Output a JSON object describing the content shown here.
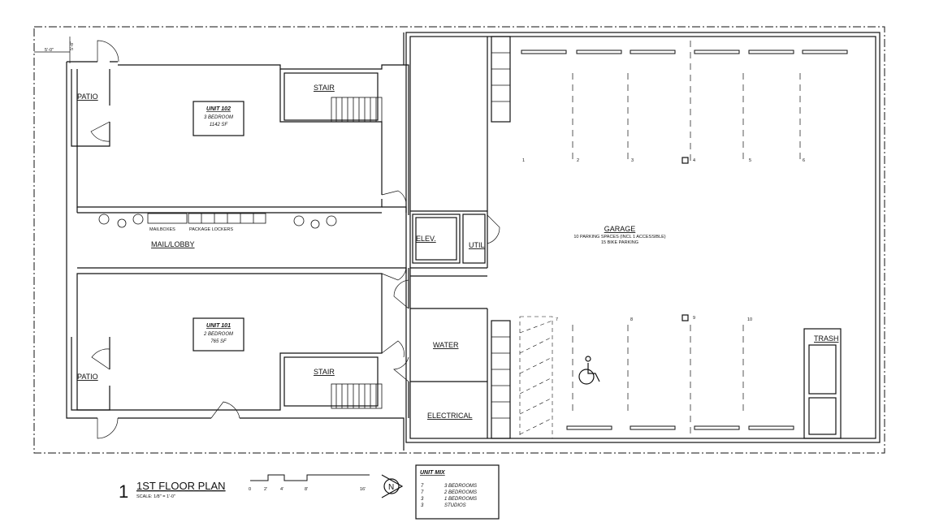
{
  "dimensions": {
    "setback_h": "5'-0\"",
    "setback_v": "5'-8\""
  },
  "rooms": {
    "patio_upper": "PATIO",
    "patio_lower": "PATIO",
    "stair_upper": "STAIR",
    "stair_lower": "STAIR",
    "elev": "ELEV.",
    "util": "UTIL",
    "water": "WATER",
    "electrical": "ELECTRICAL",
    "mail_lobby": "MAIL/LOBBY",
    "mailboxes": "MAILBOXES",
    "package_lockers": "PACKAGE LOCKERS",
    "trash": "TRASH"
  },
  "unit_102": {
    "name": "UNIT 102",
    "type": "3 BEDROOM",
    "area": "1142 SF"
  },
  "unit_101": {
    "name": "UNIT 101",
    "type": "2 BEDROOM",
    "area": "765 SF"
  },
  "garage": {
    "title": "GARAGE",
    "line1": "10 PARKING SPACES (INCL 1 ACCESSIBLE)",
    "line2": "15 BIKE PARKING",
    "spaces": [
      "1",
      "2",
      "3",
      "4",
      "5",
      "6",
      "7",
      "8",
      "9",
      "10"
    ]
  },
  "title_block": {
    "number": "1",
    "title": "1ST FLOOR PLAN",
    "scale": "SCALE: 1/8\" = 1'-0\"",
    "bar_ticks": [
      "0",
      "2'",
      "4'",
      "8'",
      "16'"
    ],
    "north": "N"
  },
  "unit_mix": {
    "heading": "UNIT MIX",
    "rows": [
      {
        "count": "7",
        "type": "3 BEDROOMS"
      },
      {
        "count": "7",
        "type": "2 BEDROOMS"
      },
      {
        "count": "3",
        "type": "1 BEDROOMS"
      },
      {
        "count": "3",
        "type": "STUDIOS"
      }
    ]
  }
}
